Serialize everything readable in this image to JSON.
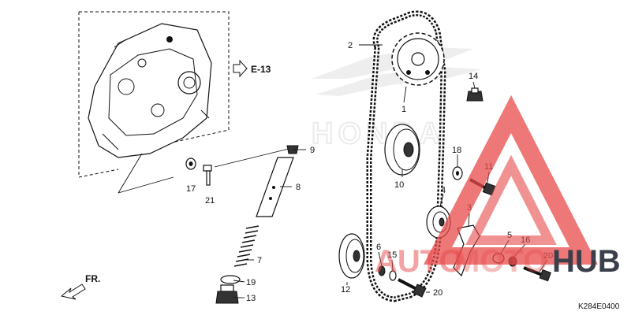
{
  "diagram": {
    "ref_label": "E-13",
    "front_label": "FR.",
    "drawing_code": "K284E0400",
    "callouts": {
      "c1": "1",
      "c2": "2",
      "c3": "3",
      "c4": "4",
      "c5": "5",
      "c6": "6",
      "c7": "7",
      "c8": "8",
      "c9": "9",
      "c10": "10",
      "c11": "11",
      "c12": "12",
      "c13": "13",
      "c14": "14",
      "c15": "15",
      "c16": "16",
      "c17": "17",
      "c18": "18",
      "c19": "19",
      "c20a": "20",
      "c20b": "20",
      "c21": "21"
    }
  },
  "watermark": {
    "brand_left": "AUTO",
    "brand_mid": "MOTO",
    "brand_right": "HUB",
    "bg_brand": "HONDA",
    "colors": {
      "red": "#e84a4a",
      "dark": "#3a3f4a",
      "ghost": "#d8d8d8"
    }
  }
}
